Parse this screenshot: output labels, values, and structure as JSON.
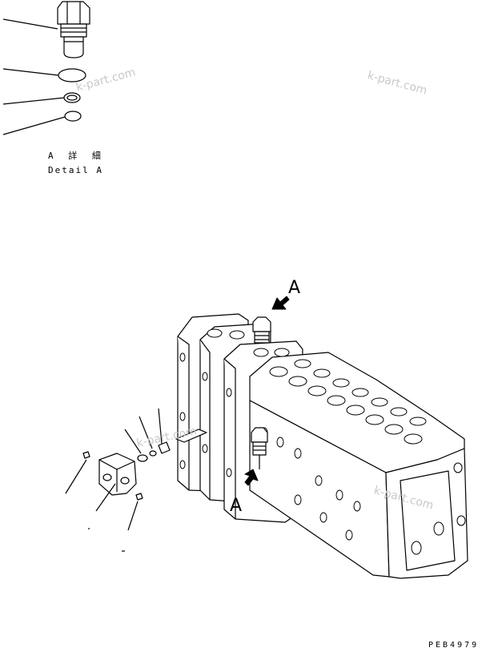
{
  "detail": {
    "title_jp": "A 詳 細",
    "title_en": "Detail A"
  },
  "view_labels": {
    "top": "A",
    "bottom": "A"
  },
  "drawing_code": "PEB4979",
  "watermark": "k-part.com",
  "colors": {
    "line": "#000000",
    "watermark": "#c8c8c8"
  }
}
